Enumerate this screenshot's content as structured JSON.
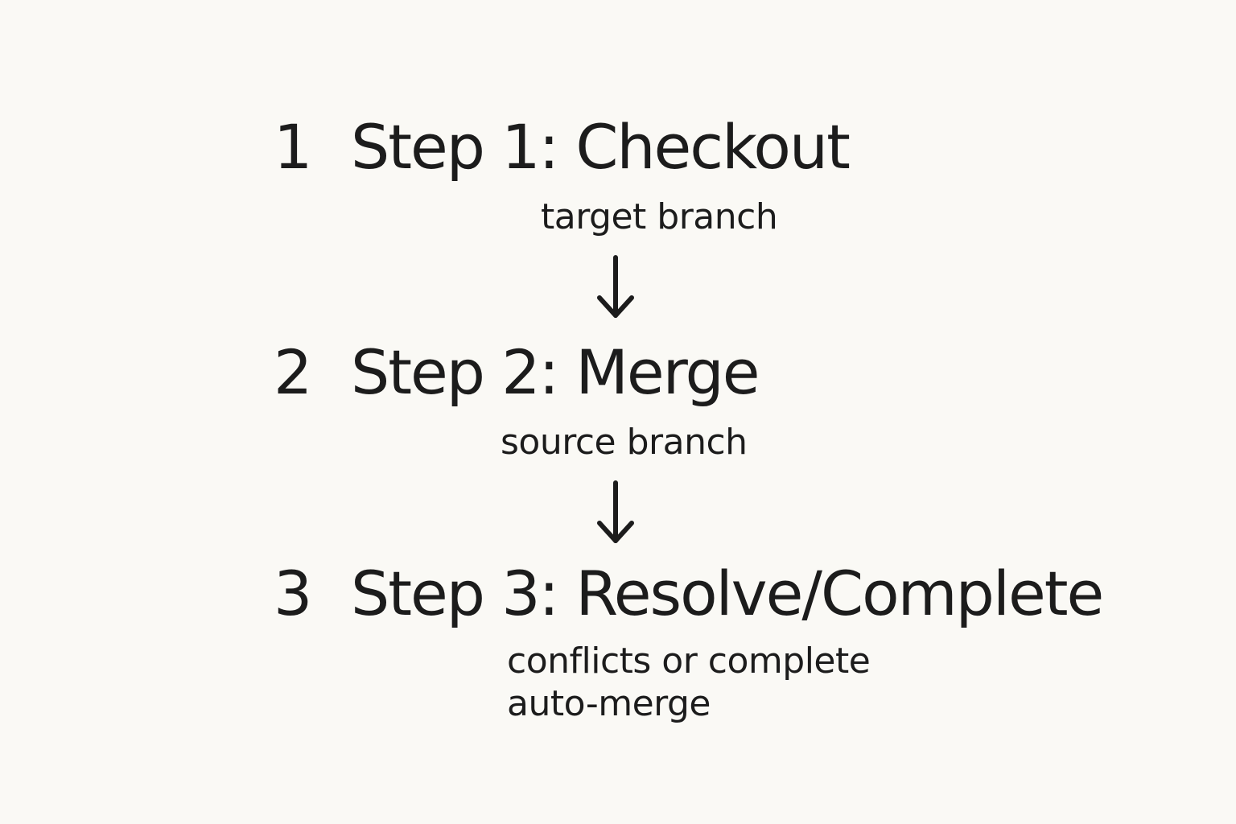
{
  "steps": [
    {
      "number": "1",
      "title": "Step 1: Checkout",
      "caption_lines": [
        "target branch"
      ]
    },
    {
      "number": "2",
      "title": "Step 2: Merge",
      "caption_lines": [
        "source branch"
      ]
    },
    {
      "number": "3",
      "title": "Step 3: Resolve/Complete",
      "caption_lines": [
        "conflicts or complete",
        "auto-merge"
      ]
    }
  ],
  "colors": {
    "ink": "#1c1c1c",
    "background": "#faf9f5"
  },
  "icons": {
    "connector": "arrow-down-icon"
  }
}
